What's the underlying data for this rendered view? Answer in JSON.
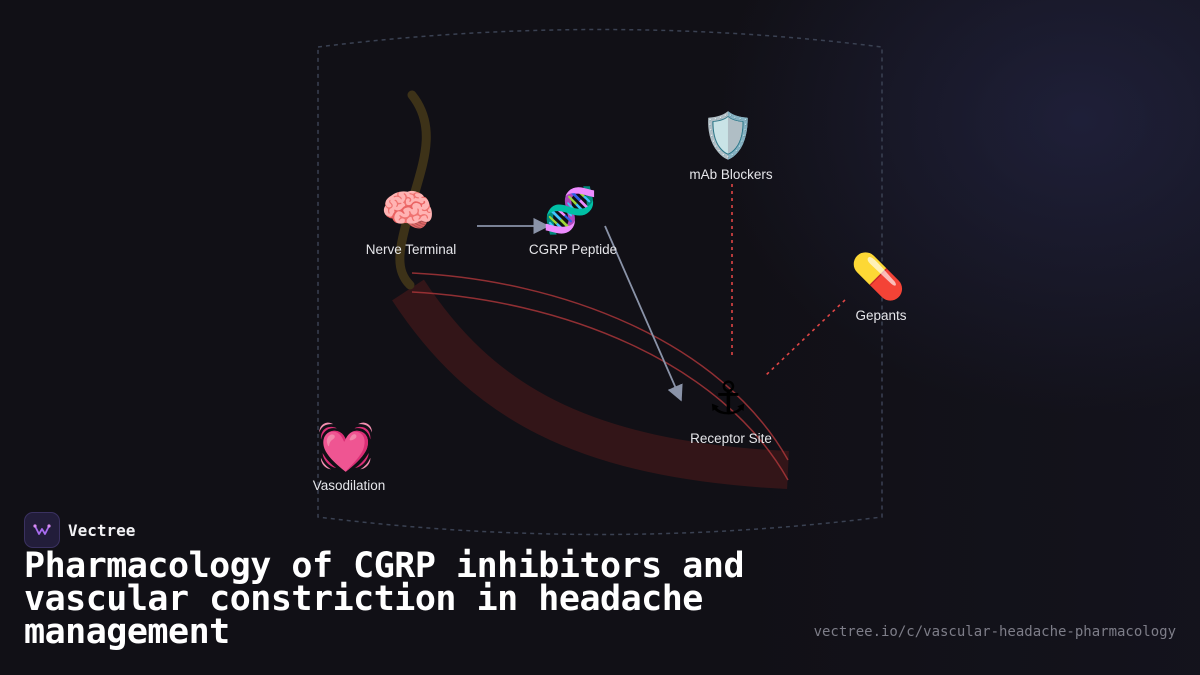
{
  "brand": {
    "name": "Vectree"
  },
  "title": "Pharmacology of CGRP inhibitors and vascular constriction in headache management",
  "url": "vectree.io/c/vascular-headache-pharmacology",
  "colors": {
    "background": "#111016",
    "arrow": "#8a93a8",
    "inhibition": "#e04545",
    "vessel": "#3a1619",
    "vessel_wall": "#b0373b",
    "nerve": "#3d3218",
    "boundary": "#3a4152"
  },
  "diagram": {
    "nodes": [
      {
        "id": "nerve-terminal",
        "icon": "brain-icon",
        "glyph": "🧠",
        "label": "Nerve Terminal"
      },
      {
        "id": "cgrp-peptide",
        "icon": "dna-icon",
        "glyph": "🧬",
        "label": "CGRP Peptide"
      },
      {
        "id": "mab-blockers",
        "icon": "shield-icon",
        "glyph": "🛡️",
        "label": "mAb Blockers"
      },
      {
        "id": "gepants",
        "icon": "pill-icon",
        "glyph": "💊",
        "label": "Gepants"
      },
      {
        "id": "receptor-site",
        "icon": "anchor-icon",
        "glyph": "⚓",
        "label": "Receptor Site"
      },
      {
        "id": "vasodilation",
        "icon": "beating-heart-icon",
        "glyph": "💓",
        "label": "Vasodilation"
      }
    ],
    "edges": [
      {
        "from": "nerve-terminal",
        "to": "cgrp-peptide",
        "style": "arrow"
      },
      {
        "from": "cgrp-peptide",
        "to": "receptor-site",
        "style": "arrow"
      },
      {
        "from": "mab-blockers",
        "to": "receptor-site",
        "style": "inhibition"
      },
      {
        "from": "gepants",
        "to": "receptor-site",
        "style": "inhibition"
      }
    ]
  }
}
